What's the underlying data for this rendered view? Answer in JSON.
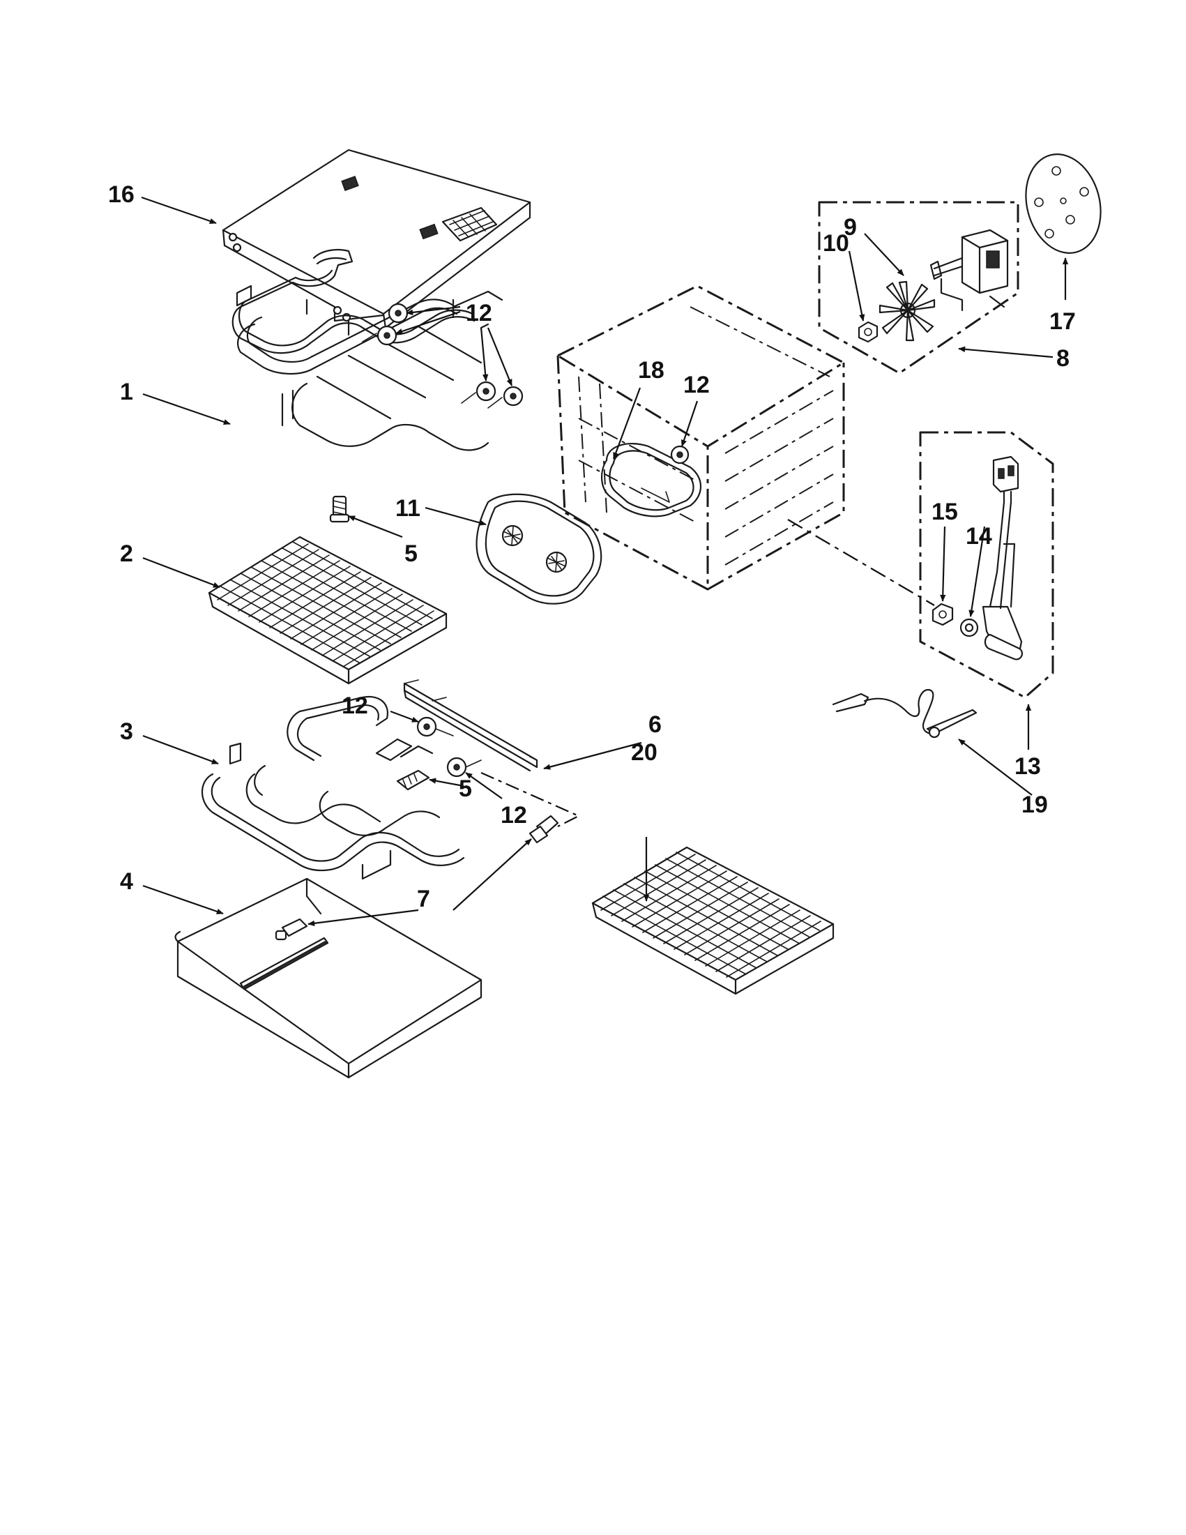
{
  "colors": {
    "line": "#1a1a1a",
    "background": "#ffffff"
  },
  "callouts": [
    {
      "id": "c16",
      "label": "16"
    },
    {
      "id": "c12a",
      "label": "12"
    },
    {
      "id": "c1",
      "label": "1"
    },
    {
      "id": "c5a",
      "label": "5"
    },
    {
      "id": "c11",
      "label": "11"
    },
    {
      "id": "c18",
      "label": "18"
    },
    {
      "id": "c12b",
      "label": "12"
    },
    {
      "id": "c9",
      "label": "9"
    },
    {
      "id": "c10",
      "label": "10"
    },
    {
      "id": "c17",
      "label": "17"
    },
    {
      "id": "c8",
      "label": "8"
    },
    {
      "id": "c2",
      "label": "2"
    },
    {
      "id": "c15",
      "label": "15"
    },
    {
      "id": "c14",
      "label": "14"
    },
    {
      "id": "c12c",
      "label": "12"
    },
    {
      "id": "c3",
      "label": "3"
    },
    {
      "id": "c6",
      "label": "6"
    },
    {
      "id": "c5b",
      "label": "5"
    },
    {
      "id": "c12d",
      "label": "12"
    },
    {
      "id": "c20",
      "label": "20"
    },
    {
      "id": "c13",
      "label": "13"
    },
    {
      "id": "c19",
      "label": "19"
    },
    {
      "id": "c4",
      "label": "4"
    },
    {
      "id": "c7",
      "label": "7"
    }
  ]
}
